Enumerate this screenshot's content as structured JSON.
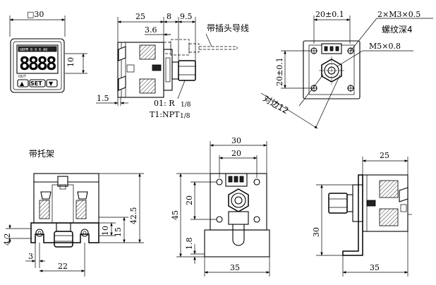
{
  "views": {
    "front": {
      "dims": {
        "square_30": "□30",
        "height_10": "10"
      },
      "lcd_header": "GRPM 0 9 6 A0",
      "lcd_digits": "8888",
      "lcd_sub": "OUT",
      "buttons": {
        "up": "▲",
        "set": "SET",
        "down": "▼"
      }
    },
    "side": {
      "dims": {
        "d25": "25",
        "d8": "8",
        "d9_5": "9.5",
        "d3_6": "3.6",
        "d1_5": "1.5"
      },
      "plug_label": "带插头导线",
      "thread_01": "01: R",
      "thread_01_frac": "1/8",
      "thread_t1": "T1:NPT",
      "thread_t1_frac": "1/8"
    },
    "back": {
      "dims": {
        "d20_pm": "20±0.1",
        "d20_pm_v": "20±0.1",
        "across_flats": "对边12"
      },
      "notes": {
        "m3": "2×M3×0.5",
        "thread_depth": "螺纹深4",
        "m5": "M5×0.8"
      }
    },
    "bracket_front": {
      "title": "带托架",
      "dims": {
        "d4_2": "4.2",
        "d10": "10",
        "d15": "15",
        "d42_5": "42.5",
        "d3": "3",
        "d22": "22"
      }
    },
    "bracket_back": {
      "dims": {
        "d30": "30",
        "d20_top": "20",
        "d20_side": "20",
        "d45": "45",
        "d1_8": "1.8",
        "d35": "35"
      }
    },
    "bracket_side": {
      "dims": {
        "d25": "25",
        "d30": "30",
        "d35": "35"
      }
    }
  }
}
